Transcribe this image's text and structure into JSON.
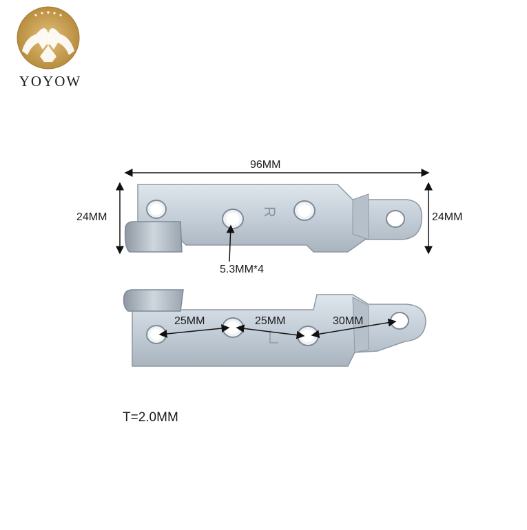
{
  "brand": {
    "name": "YOYOW",
    "accent": "#c9a257"
  },
  "figure": {
    "description_colors": {
      "metal": "#c9d3dc",
      "metal_edge": "#8d98a3",
      "hole": "#ffffff",
      "arrow": "#111111"
    },
    "dimensions": {
      "length": "96MM",
      "height_left": "24MM",
      "height_right": "24MM",
      "hole_diameter": "5.3MM*4",
      "spacing_1": "25MM",
      "spacing_2": "25MM",
      "spacing_3": "30MM",
      "thickness": "T=2.0MM"
    },
    "part_markings": {
      "top": "R",
      "bottom": "L"
    }
  }
}
